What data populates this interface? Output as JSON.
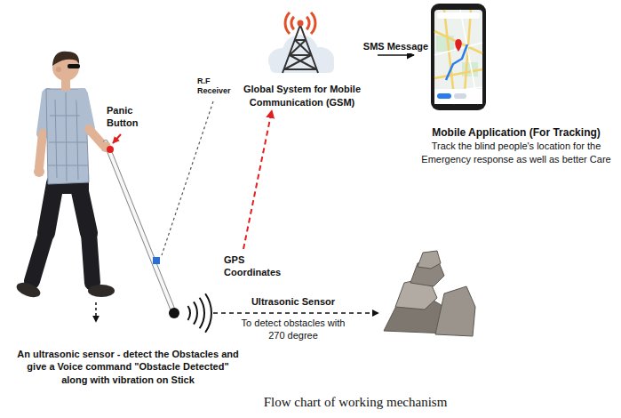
{
  "diagram": {
    "caption": "Flow chart of working mechanism",
    "nodes": [
      {
        "text": [
          "An ultrasonic sensor - detect the Obstacles and give a Voice command \"Obstacle Detected\" along with vibration on Stick"
        ]
      },
      {
        "text": [
          "Global System for Mobile Communication (GSM)"
        ]
      },
      {
        "text": [
          "Mobile Application (For Tracking)",
          "Track the blind people's location for the Emergency response as well as better Care"
        ]
      }
    ],
    "edges": [
      {
        "from": 0,
        "to": 1,
        "label": "GPS Coordinates",
        "arrow": "to"
      },
      {
        "from": 1,
        "to": 2,
        "label": "SMS Message",
        "arrow": "to"
      }
    ],
    "labels": [
      "Panic Button",
      "R.F Receiver",
      "Ultrasonic Sensor",
      "To detect obstacles with 270 degree"
    ]
  }
}
